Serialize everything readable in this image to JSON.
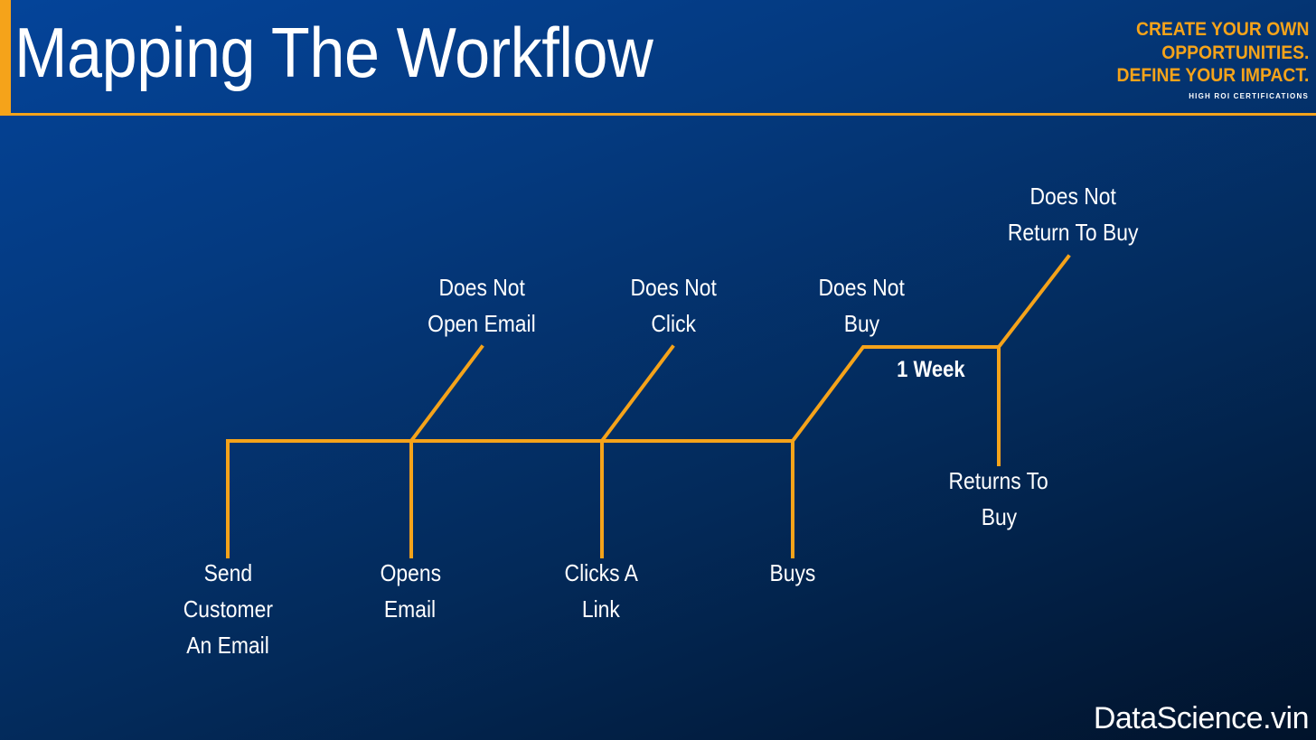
{
  "header": {
    "title": "Mapping The Workflow",
    "tagline": [
      "CREATE YOUR OWN",
      "OPPORTUNITIES.",
      "DEFINE YOUR IMPACT."
    ],
    "tagline_small": "HIGH ROI CERTIFICATIONS"
  },
  "diagram": {
    "nodes": {
      "send": [
        "Send",
        "Customer",
        "An Email"
      ],
      "opens": [
        "Opens",
        "Email"
      ],
      "clicks": [
        "Clicks A",
        "Link"
      ],
      "buys": [
        "Buys"
      ],
      "not_open": [
        "Does Not",
        "Open Email"
      ],
      "not_click": [
        "Does Not",
        "Click"
      ],
      "not_buy": [
        "Does Not",
        "Buy"
      ],
      "not_return": [
        "Does Not",
        "Return To Buy"
      ],
      "returns": [
        "Returns To",
        "Buy"
      ]
    },
    "wait_label": "1 Week"
  },
  "footer": {
    "brand": "DataScience.vin"
  },
  "colors": {
    "accent": "#f5a31a",
    "text": "#ffffff",
    "background_top": "#04449a",
    "background_bottom": "#01132b"
  }
}
